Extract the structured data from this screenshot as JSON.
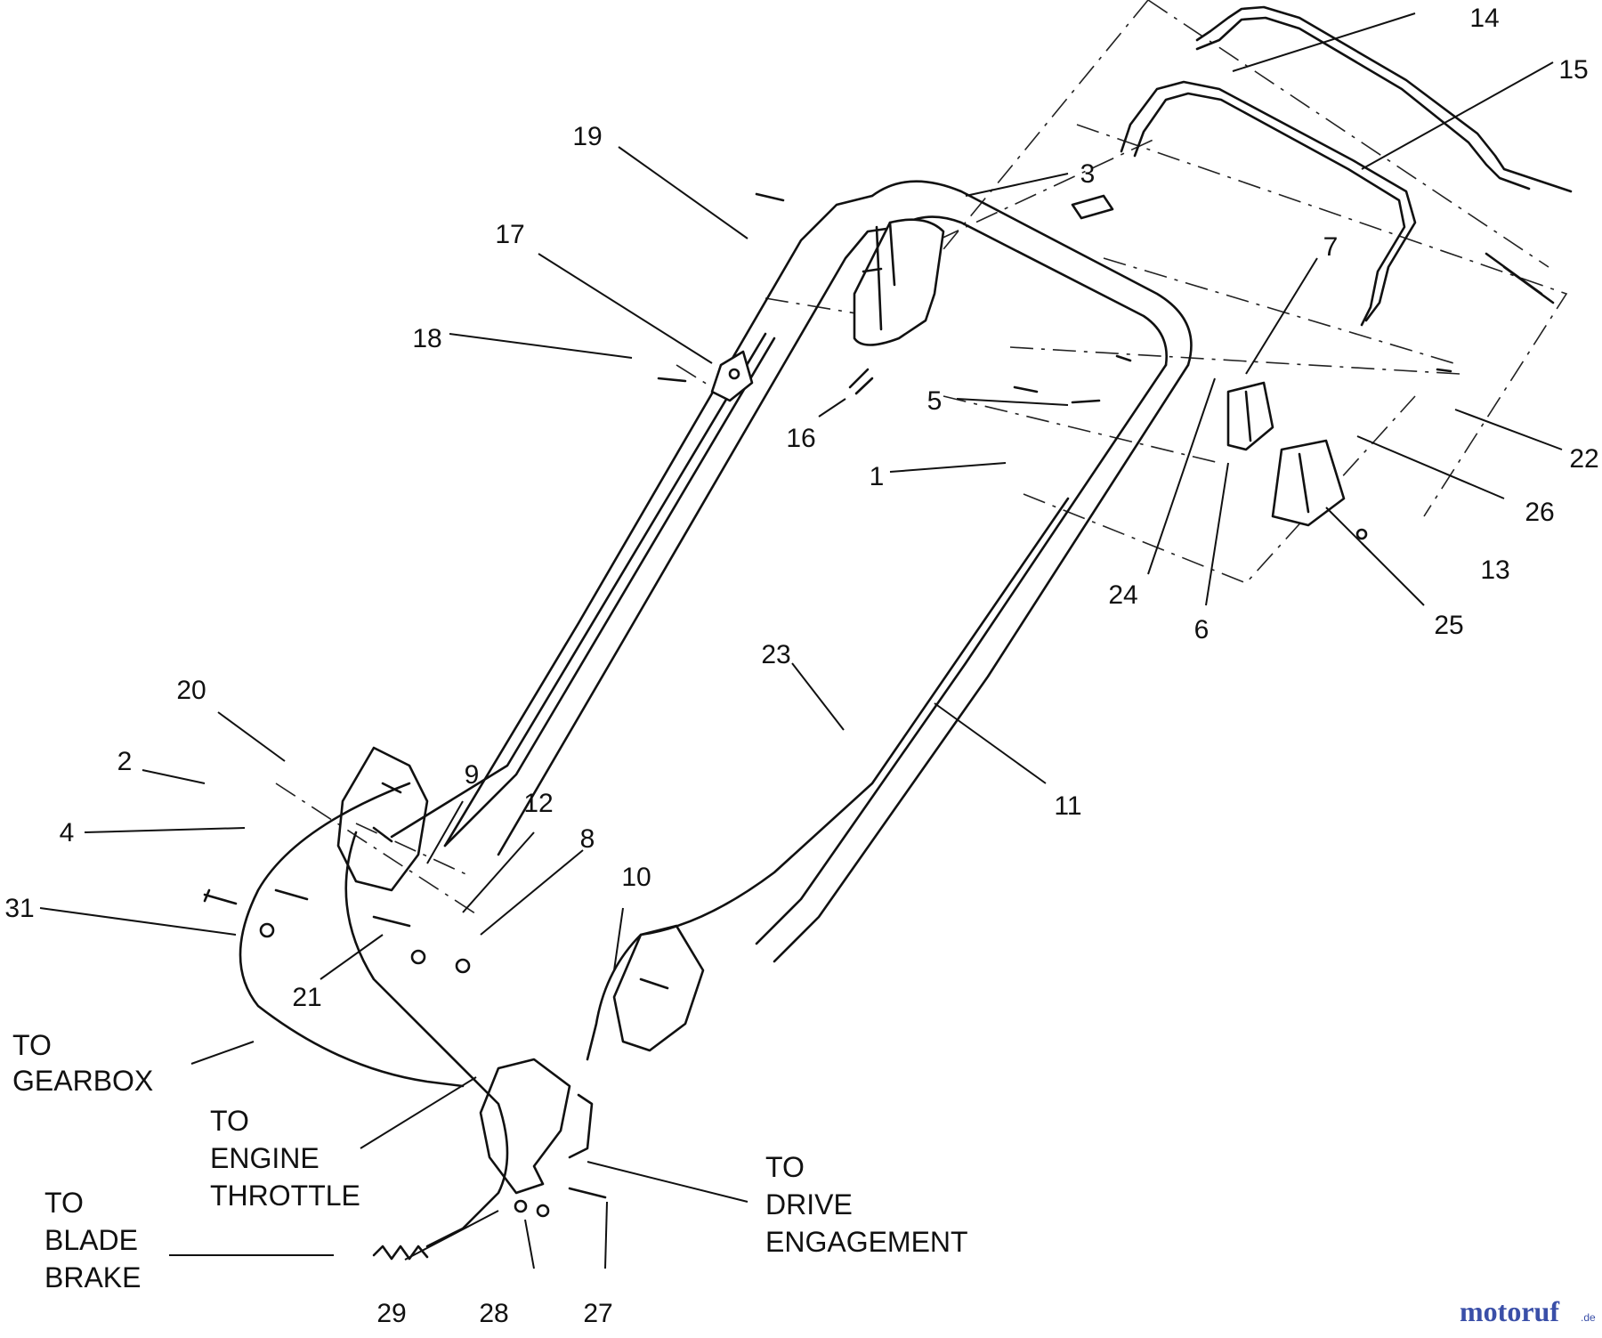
{
  "callouts": [
    "1",
    "2",
    "3",
    "4",
    "5",
    "6",
    "7",
    "8",
    "9",
    "10",
    "11",
    "12",
    "13",
    "14",
    "15",
    "16",
    "17",
    "18",
    "19",
    "20",
    "21",
    "22",
    "23",
    "24",
    "25",
    "26",
    "27",
    "28",
    "29",
    "31"
  ],
  "notes": {
    "gearbox": [
      "TO",
      "GEARBOX"
    ],
    "throttle": [
      "TO",
      "ENGINE",
      "THROTTLE"
    ],
    "blade_brake": [
      "TO",
      "BLADE",
      "BRAKE"
    ],
    "drive": [
      "TO",
      "DRIVE",
      "ENGAGEMENT"
    ]
  },
  "watermark": {
    "main": "motoruf",
    "suffix": ".de"
  },
  "colors": {
    "line": "#111111",
    "background": "#ffffff",
    "watermark_blue": "#3a4fa8",
    "watermark_orange": "#e0872a"
  }
}
